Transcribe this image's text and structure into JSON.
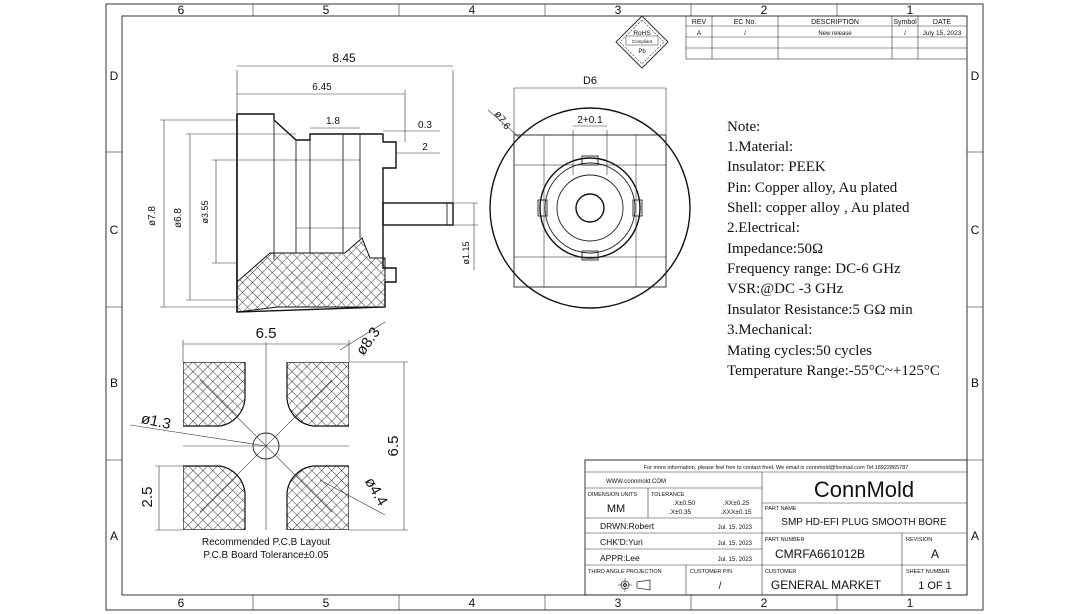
{
  "zones": {
    "columns": [
      "6",
      "5",
      "4",
      "3",
      "2",
      "1"
    ],
    "rows": [
      "D",
      "C",
      "B",
      "A"
    ]
  },
  "revision_table": {
    "headers": [
      "REV",
      "EC No.",
      "DESCRIPTION",
      "Symbol",
      "DATE"
    ],
    "row": [
      "A",
      "/",
      "New release",
      "/",
      "July 15, 2023"
    ]
  },
  "rohs": {
    "line1": "RoHS",
    "line2": "Compliant",
    "line3": "Pb"
  },
  "side_view": {
    "dims": [
      "8.45",
      "6.45",
      "1.8",
      "0.3",
      "2",
      "ø7.8",
      "ø6.8",
      "ø3.55",
      "ø1.15"
    ]
  },
  "front_view": {
    "dims": [
      "D6",
      "ø7.6",
      "2+0.1"
    ]
  },
  "pcb_layout": {
    "dims": [
      "6.5",
      "ø8.3",
      "ø1.3",
      "6.5",
      "2.5",
      "ø4.4"
    ],
    "caption1": "Recommended P.C.B Layout",
    "caption2": "P.C.B Board Tolerance±0.05"
  },
  "notes": [
    "Note:",
    "1.Material:",
    "Insulator: PEEK",
    "Pin: Copper alloy, Au plated",
    "Shell: copper alloy , Au plated",
    "2.Electrical:",
    "Impedance:50Ω",
    "Frequency range: DC-6 GHz",
    "VSR:@DC -3 GHz",
    "Insulator Resistance:5 GΩ min",
    "3.Mechanical:",
    "Mating cycles:50 cycles",
    "Temperature Range:-55°C~+125°C"
  ],
  "title_block": {
    "contact": "For more information, please feel free to contact freel, We email is connmold@foxmail.com    Tel:18922865787",
    "website": "WWW.connmold.COM",
    "company": "ConnMold",
    "dimension_units_label": "DIMENSION UNITS",
    "dimension_units": "MM",
    "tolerance_label": "TOLERANCE",
    "tolerance": [
      ".X±0.50",
      ".XX±0.25",
      ".X±0.35",
      ".XXX±0.15"
    ],
    "part_name_label": "PART NAME",
    "part_name": "SMP HD-EFI PLUG SMOOTH BORE",
    "drawn": "DRWN:Robert",
    "drawn_date": "Jul. 15, 2023",
    "checked": "CHK'D:Yuri",
    "checked_date": "Jul. 15, 2023",
    "approved": "APPR:Lee",
    "approved_date": "Jul. 15, 2023",
    "part_number_label": "PART NUMBER",
    "part_number": "CMRFA661012B",
    "revision_label": "REVISION",
    "revision": "A",
    "projection_label": "THIRD ANGLE PROJECTION",
    "customer_pn_label": "CUSTOMER P/N",
    "customer_pn": "/",
    "customer_label": "CUSTOMER",
    "customer": "GENERAL MARKET",
    "sheet_label": "SHEET NUMBER",
    "sheet": "1 OF 1"
  }
}
